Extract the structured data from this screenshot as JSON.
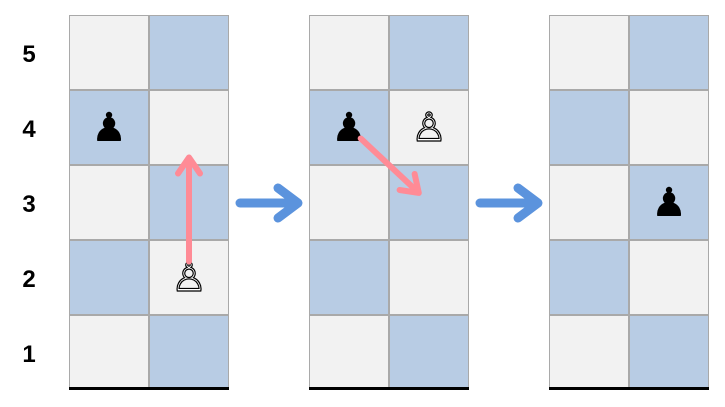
{
  "rank_labels": [
    "5",
    "4",
    "3",
    "2",
    "1"
  ],
  "colors": {
    "light_square": "#f2f2f2",
    "dark_square": "#b8cce4",
    "move_arrow": "#ff8b96",
    "transition_arrow": "#5b93dd"
  },
  "boards": [
    {
      "name": "board-step-1",
      "pieces": [
        {
          "type": "pawn",
          "color": "black",
          "file": "a",
          "rank": 4,
          "glyph": "♟"
        },
        {
          "type": "pawn",
          "color": "white",
          "file": "b",
          "rank": 2,
          "glyph": "♙"
        }
      ],
      "move_arrow": {
        "from": "b2",
        "to": "b4"
      }
    },
    {
      "name": "board-step-2",
      "pieces": [
        {
          "type": "pawn",
          "color": "black",
          "file": "a",
          "rank": 4,
          "glyph": "♟"
        },
        {
          "type": "pawn",
          "color": "white",
          "file": "b",
          "rank": 4,
          "glyph": "♙"
        }
      ],
      "move_arrow": {
        "from": "a4",
        "to": "b3"
      }
    },
    {
      "name": "board-step-3",
      "pieces": [
        {
          "type": "pawn",
          "color": "black",
          "file": "b",
          "rank": 3,
          "glyph": "♟"
        }
      ]
    }
  ],
  "transition_arrows": [
    "step-1-to-2",
    "step-2-to-3"
  ]
}
